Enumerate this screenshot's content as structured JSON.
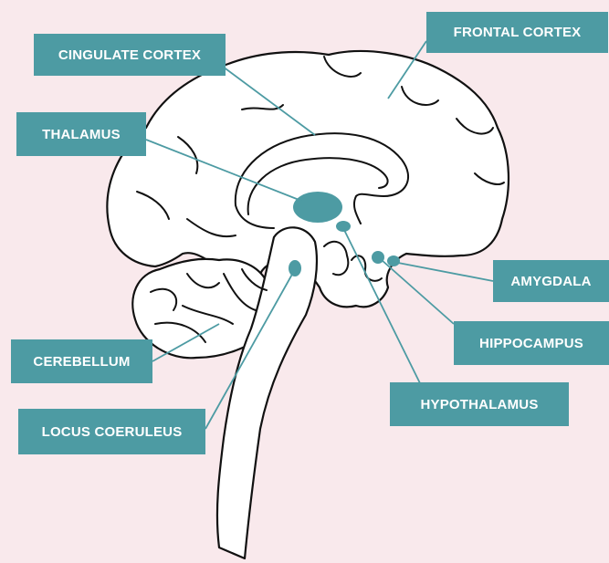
{
  "accent_color": "#4d9ba3",
  "background_color": "#f9e9ec",
  "labels": {
    "frontal_cortex": "FRONTAL CORTEX",
    "cingulate_cortex": "CINGULATE CORTEX",
    "thalamus": "THALAMUS",
    "amygdala": "AMYGDALA",
    "hippocampus": "HIPPOCAMPUS",
    "hypothalamus": "HYPOTHALAMUS",
    "cerebellum": "CEREBELLUM",
    "locus_coeruleus": "LOCUS COERULEUS"
  }
}
